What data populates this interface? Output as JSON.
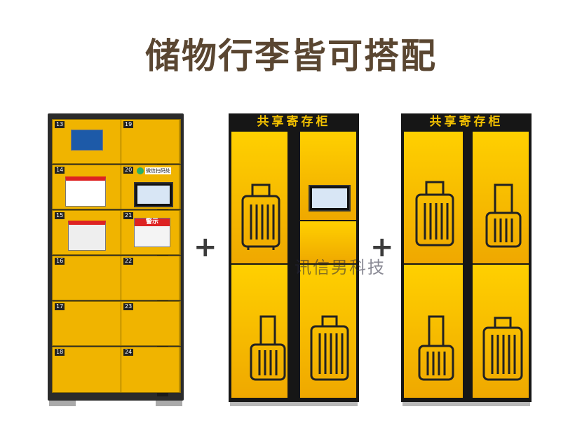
{
  "headline": "储物行李皆可搭配",
  "separator": "+",
  "cabinet_left": {
    "door_numbers": [
      "13",
      "14",
      "15",
      "16",
      "17",
      "18",
      "19",
      "20",
      "21",
      "22",
      "23",
      "24"
    ],
    "sticker_20_label": "微信扫码处",
    "sticker_21_title": "警示"
  },
  "cabinet_middle": {
    "header": "共享寄存柜"
  },
  "cabinet_right": {
    "header": "共享寄存柜"
  },
  "watermark": "讯信男科技",
  "colors": {
    "title": "#5a4631",
    "door": "#f0b400",
    "frame": "#161616",
    "header_text": "#f3c100"
  }
}
